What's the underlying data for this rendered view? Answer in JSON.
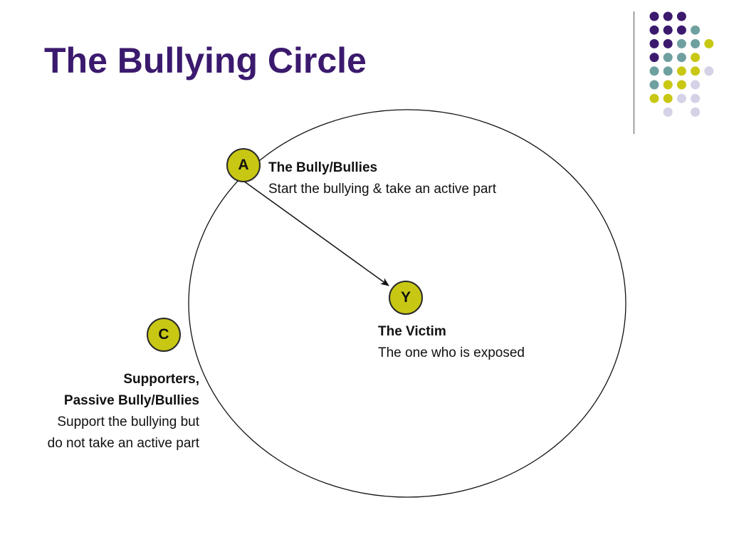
{
  "slide": {
    "title": "The Bullying Circle"
  },
  "colors": {
    "title": "#3b1a6e",
    "node_fill": "#c8c814",
    "dot_purple": "#3b1a6e",
    "dot_teal": "#6fa0a0",
    "dot_yellow": "#c8c814",
    "dot_lavender": "#d4d2e6"
  },
  "nodes": {
    "a": {
      "letter": "A",
      "heading": "The Bully/Bullies",
      "description": "Start the bullying & take an active part"
    },
    "y": {
      "letter": "Y",
      "heading": "The Victim",
      "description": "The one who is exposed"
    },
    "c": {
      "letter": "C",
      "heading_line1": "Supporters,",
      "heading_line2": "Passive Bully/Bullies",
      "description_line1": "Support the bullying but",
      "description_line2": "do not take an active part"
    }
  }
}
